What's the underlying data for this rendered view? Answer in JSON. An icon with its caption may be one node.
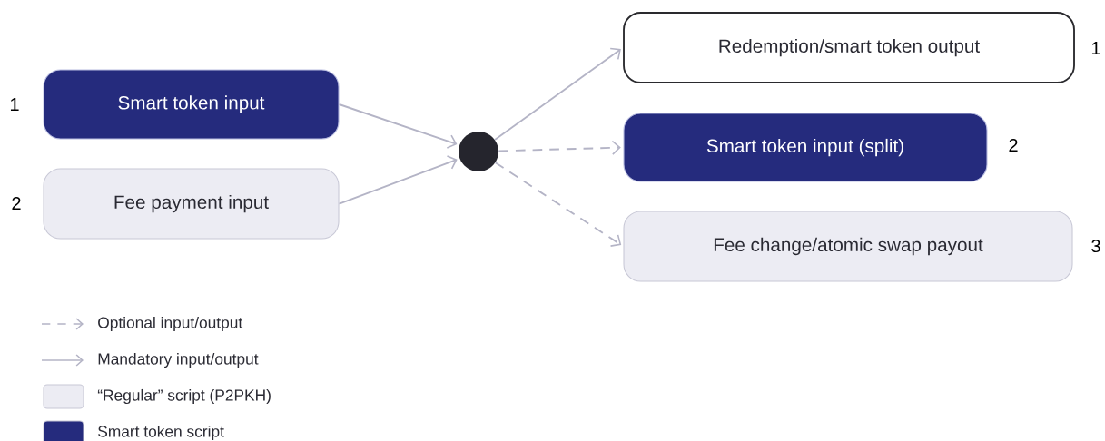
{
  "diagram": {
    "nodes": [
      {
        "text": [
          "Smart token input"
        ],
        "beside": [
          "1"
        ]
      },
      {
        "text": [
          "Fee payment input"
        ],
        "beside": [
          "2"
        ]
      },
      {
        "text": [],
        "shape": "circle"
      },
      {
        "text": [
          "Redemption/smart token output"
        ],
        "beside": [
          "1"
        ]
      },
      {
        "text": [
          "Smart token input (split)"
        ],
        "beside": [
          "2"
        ]
      },
      {
        "text": [
          "Fee change/atomic swap payout"
        ],
        "beside": [
          "3"
        ]
      }
    ],
    "edges": [
      {
        "from": 0,
        "to": 2,
        "arrow": "to"
      },
      {
        "from": 1,
        "to": 2,
        "arrow": "to"
      },
      {
        "from": 2,
        "to": 3,
        "arrow": "to"
      },
      {
        "from": 2,
        "to": 4,
        "arrow": "to",
        "style": "dashed"
      },
      {
        "from": 2,
        "to": 5,
        "arrow": "to",
        "style": "dashed"
      }
    ],
    "legend": [
      {
        "text": "Optional input/output"
      },
      {
        "text": "Mandatory input/output"
      },
      {
        "text": "“Regular” script (P2PKH)",
        "color": "#ececf3"
      },
      {
        "text": "Smart token script",
        "color": "#252b7d"
      }
    ]
  }
}
